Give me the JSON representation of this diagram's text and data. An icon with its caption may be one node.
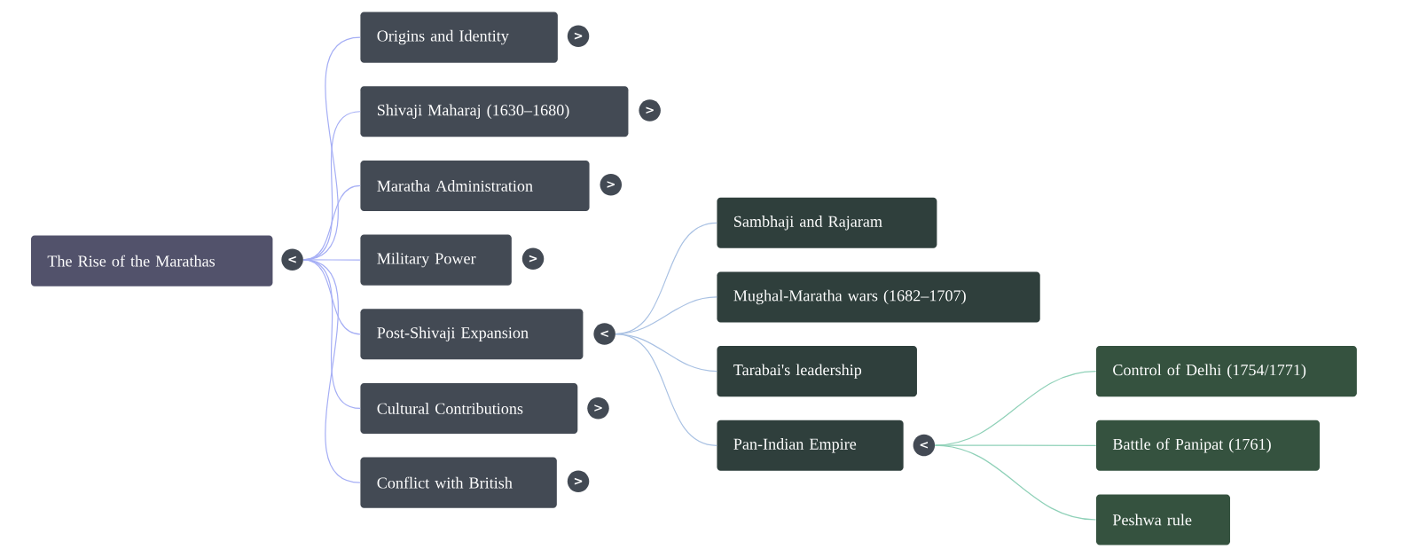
{
  "diagram": {
    "nodes": [
      {
        "text": [
          "The Rise of the Marathas"
        ]
      },
      {
        "text": [
          "<"
        ]
      },
      {
        "text": [
          "Origins and Identity"
        ]
      },
      {
        "text": [
          ">"
        ]
      },
      {
        "text": [
          "Shivaji Maharaj (1630–1680)"
        ]
      },
      {
        "text": [
          ">"
        ]
      },
      {
        "text": [
          "Maratha Administration"
        ]
      },
      {
        "text": [
          ">"
        ]
      },
      {
        "text": [
          "Military Power"
        ]
      },
      {
        "text": [
          ">"
        ]
      },
      {
        "text": [
          "Post-Shivaji Expansion"
        ]
      },
      {
        "text": [
          "<"
        ]
      },
      {
        "text": [
          "Cultural Contributions"
        ]
      },
      {
        "text": [
          ">"
        ]
      },
      {
        "text": [
          "Conflict with British"
        ]
      },
      {
        "text": [
          ">"
        ]
      },
      {
        "text": [
          "Sambhaji and Rajaram"
        ]
      },
      {
        "text": [
          "Mughal-Maratha wars (1682–1707)"
        ]
      },
      {
        "text": [
          "Tarabai's leadership"
        ]
      },
      {
        "text": [
          "Pan-Indian Empire"
        ]
      },
      {
        "text": [
          "<"
        ]
      },
      {
        "text": [
          "Control of Delhi (1754/1771)"
        ]
      },
      {
        "text": [
          "Battle of Panipat (1761)"
        ]
      },
      {
        "text": [
          "Peshwa rule"
        ]
      }
    ],
    "edges": [
      {
        "from": 1,
        "to": 2,
        "arrow": "none"
      },
      {
        "from": 1,
        "to": 4,
        "arrow": "none"
      },
      {
        "from": 1,
        "to": 6,
        "arrow": "none"
      },
      {
        "from": 1,
        "to": 8,
        "arrow": "none"
      },
      {
        "from": 1,
        "to": 10,
        "arrow": "none"
      },
      {
        "from": 1,
        "to": 12,
        "arrow": "none"
      },
      {
        "from": 1,
        "to": 14,
        "arrow": "none"
      },
      {
        "from": 11,
        "to": 16,
        "arrow": "none",
        "color": "#a9c1e3"
      },
      {
        "from": 11,
        "to": 17,
        "arrow": "none",
        "color": "#a9c1e3"
      },
      {
        "from": 11,
        "to": 18,
        "arrow": "none",
        "color": "#a9c1e3"
      },
      {
        "from": 11,
        "to": 19,
        "arrow": "none",
        "color": "#a9c1e3"
      },
      {
        "from": 20,
        "to": 21,
        "arrow": "none",
        "color": "#8fd1b8"
      },
      {
        "from": 20,
        "to": 22,
        "arrow": "none",
        "color": "#8fd1b8"
      },
      {
        "from": 20,
        "to": 23,
        "arrow": "none",
        "color": "#8fd1b8"
      }
    ]
  }
}
